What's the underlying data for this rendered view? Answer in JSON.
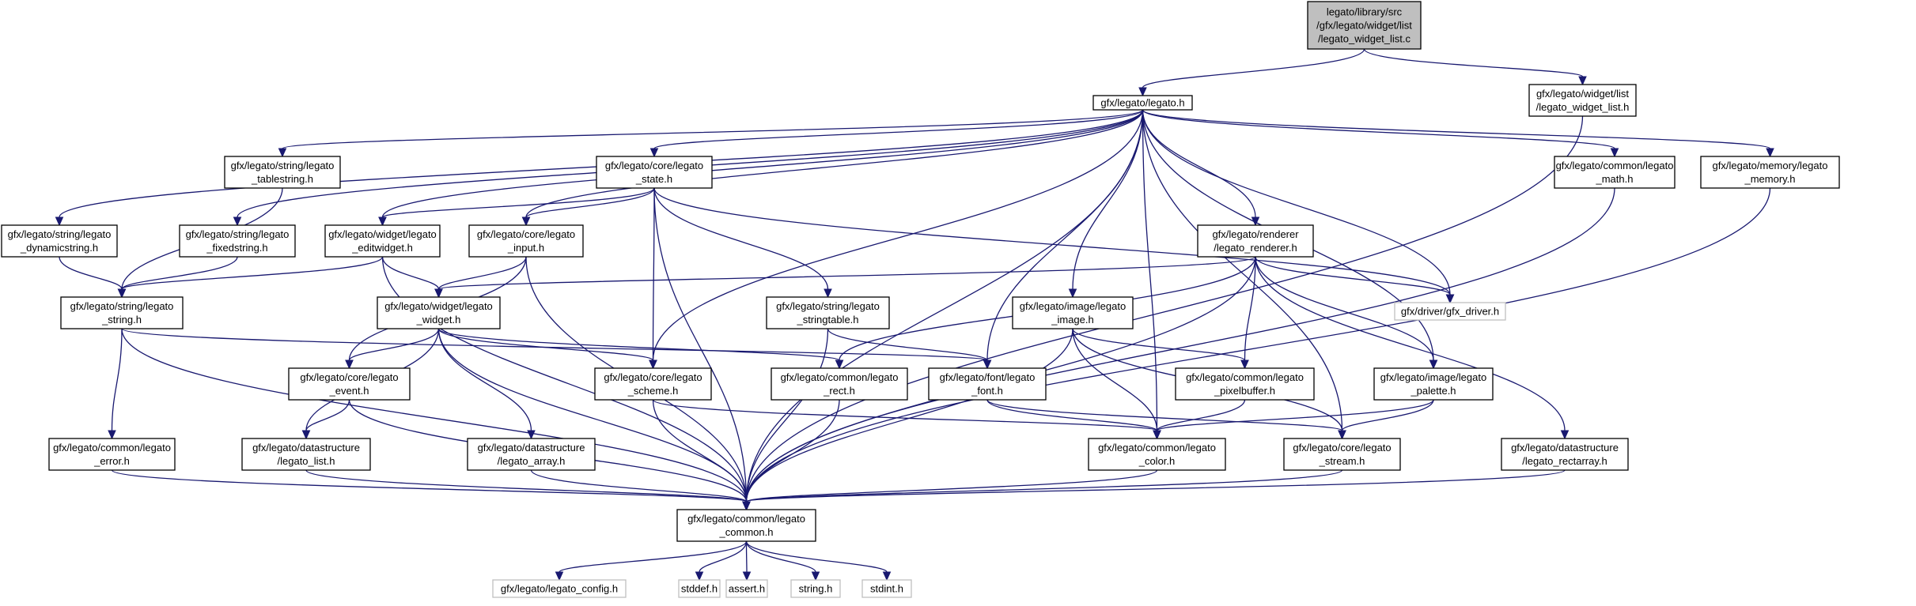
{
  "colors": {
    "edge": "#191970",
    "root_fill": "#bfbfbf",
    "node_fill": "#ffffff",
    "external_border": "#bfbfbf"
  },
  "nodes": [
    {
      "id": "root",
      "label": [
        "legato/library/src",
        "/gfx/legato/widget/list",
        "/legato_widget_list.c"
      ],
      "style": "root"
    },
    {
      "id": "legato_h",
      "label": [
        "gfx/legato/legato.h"
      ]
    },
    {
      "id": "widget_list_h",
      "label": [
        "gfx/legato/widget/list",
        "/legato_widget_list.h"
      ]
    },
    {
      "id": "tablestring",
      "label": [
        "gfx/legato/string/legato",
        "_tablestring.h"
      ]
    },
    {
      "id": "state",
      "label": [
        "gfx/legato/core/legato",
        "_state.h"
      ]
    },
    {
      "id": "math",
      "label": [
        "gfx/legato/common/legato",
        "_math.h"
      ]
    },
    {
      "id": "memory",
      "label": [
        "gfx/legato/memory/legato",
        "_memory.h"
      ]
    },
    {
      "id": "dynamicstring",
      "label": [
        "gfx/legato/string/legato",
        "_dynamicstring.h"
      ]
    },
    {
      "id": "fixedstring",
      "label": [
        "gfx/legato/string/legato",
        "_fixedstring.h"
      ]
    },
    {
      "id": "editwidget",
      "label": [
        "gfx/legato/widget/legato",
        "_editwidget.h"
      ]
    },
    {
      "id": "input",
      "label": [
        "gfx/legato/core/legato",
        "_input.h"
      ]
    },
    {
      "id": "renderer",
      "label": [
        "gfx/legato/renderer",
        "/legato_renderer.h"
      ]
    },
    {
      "id": "string",
      "label": [
        "gfx/legato/string/legato",
        "_string.h"
      ]
    },
    {
      "id": "widget",
      "label": [
        "gfx/legato/widget/legato",
        "_widget.h"
      ]
    },
    {
      "id": "stringtable",
      "label": [
        "gfx/legato/string/legato",
        "_stringtable.h"
      ]
    },
    {
      "id": "image",
      "label": [
        "gfx/legato/image/legato",
        "_image.h"
      ]
    },
    {
      "id": "gfx_driver",
      "label": [
        "gfx/driver/gfx_driver.h"
      ],
      "style": "ext"
    },
    {
      "id": "event",
      "label": [
        "gfx/legato/core/legato",
        "_event.h"
      ]
    },
    {
      "id": "scheme",
      "label": [
        "gfx/legato/core/legato",
        "_scheme.h"
      ]
    },
    {
      "id": "rect",
      "label": [
        "gfx/legato/common/legato",
        "_rect.h"
      ]
    },
    {
      "id": "font",
      "label": [
        "gfx/legato/font/legato",
        "_font.h"
      ]
    },
    {
      "id": "pixelbuffer",
      "label": [
        "gfx/legato/common/legato",
        "_pixelbuffer.h"
      ]
    },
    {
      "id": "palette",
      "label": [
        "gfx/legato/image/legato",
        "_palette.h"
      ]
    },
    {
      "id": "error",
      "label": [
        "gfx/legato/common/legato",
        "_error.h"
      ]
    },
    {
      "id": "list",
      "label": [
        "gfx/legato/datastructure",
        "/legato_list.h"
      ]
    },
    {
      "id": "array",
      "label": [
        "gfx/legato/datastructure",
        "/legato_array.h"
      ]
    },
    {
      "id": "color",
      "label": [
        "gfx/legato/common/legato",
        "_color.h"
      ]
    },
    {
      "id": "stream",
      "label": [
        "gfx/legato/core/legato",
        "_stream.h"
      ]
    },
    {
      "id": "rectarray",
      "label": [
        "gfx/legato/datastructure",
        "/legato_rectarray.h"
      ]
    },
    {
      "id": "common",
      "label": [
        "gfx/legato/common/legato",
        "_common.h"
      ]
    },
    {
      "id": "config",
      "label": [
        "gfx/legato/legato_config.h"
      ],
      "style": "ext"
    },
    {
      "id": "stddef",
      "label": [
        "stddef.h"
      ],
      "style": "ext"
    },
    {
      "id": "assert",
      "label": [
        "assert.h"
      ],
      "style": "ext"
    },
    {
      "id": "string_h",
      "label": [
        "string.h"
      ],
      "style": "ext"
    },
    {
      "id": "stdint",
      "label": [
        "stdint.h"
      ],
      "style": "ext"
    }
  ],
  "edges": [
    [
      "root",
      "legato_h"
    ],
    [
      "root",
      "widget_list_h"
    ],
    [
      "widget_list_h",
      "common"
    ],
    [
      "legato_h",
      "tablestring"
    ],
    [
      "legato_h",
      "state"
    ],
    [
      "legato_h",
      "math"
    ],
    [
      "legato_h",
      "memory"
    ],
    [
      "legato_h",
      "dynamicstring"
    ],
    [
      "legato_h",
      "fixedstring"
    ],
    [
      "legato_h",
      "editwidget"
    ],
    [
      "legato_h",
      "input"
    ],
    [
      "legato_h",
      "renderer"
    ],
    [
      "legato_h",
      "gfx_driver"
    ],
    [
      "legato_h",
      "scheme"
    ],
    [
      "legato_h",
      "font"
    ],
    [
      "legato_h",
      "image"
    ],
    [
      "legato_h",
      "color"
    ],
    [
      "legato_h",
      "palette"
    ],
    [
      "legato_h",
      "stream"
    ],
    [
      "legato_h",
      "common"
    ],
    [
      "tablestring",
      "string"
    ],
    [
      "dynamicstring",
      "string"
    ],
    [
      "fixedstring",
      "string"
    ],
    [
      "state",
      "editwidget"
    ],
    [
      "state",
      "input"
    ],
    [
      "state",
      "stringtable"
    ],
    [
      "state",
      "scheme"
    ],
    [
      "state",
      "gfx_driver"
    ],
    [
      "state",
      "common"
    ],
    [
      "editwidget",
      "string"
    ],
    [
      "editwidget",
      "widget"
    ],
    [
      "editwidget",
      "common"
    ],
    [
      "input",
      "widget"
    ],
    [
      "input",
      "event"
    ],
    [
      "input",
      "common"
    ],
    [
      "math",
      "common"
    ],
    [
      "memory",
      "common"
    ],
    [
      "renderer",
      "widget"
    ],
    [
      "renderer",
      "rect"
    ],
    [
      "renderer",
      "pixelbuffer"
    ],
    [
      "renderer",
      "palette"
    ],
    [
      "renderer",
      "gfx_driver"
    ],
    [
      "renderer",
      "rectarray"
    ],
    [
      "renderer",
      "common"
    ],
    [
      "string",
      "font"
    ],
    [
      "string",
      "error"
    ],
    [
      "string",
      "common"
    ],
    [
      "widget",
      "event"
    ],
    [
      "widget",
      "scheme"
    ],
    [
      "widget",
      "rect"
    ],
    [
      "widget",
      "list"
    ],
    [
      "widget",
      "array"
    ],
    [
      "widget",
      "common"
    ],
    [
      "stringtable",
      "font"
    ],
    [
      "stringtable",
      "common"
    ],
    [
      "image",
      "pixelbuffer"
    ],
    [
      "image",
      "color"
    ],
    [
      "image",
      "stream"
    ],
    [
      "image",
      "common"
    ],
    [
      "event",
      "list"
    ],
    [
      "event",
      "common"
    ],
    [
      "scheme",
      "color"
    ],
    [
      "scheme",
      "common"
    ],
    [
      "rect",
      "common"
    ],
    [
      "font",
      "color"
    ],
    [
      "font",
      "stream"
    ],
    [
      "pixelbuffer",
      "color"
    ],
    [
      "palette",
      "color"
    ],
    [
      "palette",
      "stream"
    ],
    [
      "error",
      "common"
    ],
    [
      "list",
      "common"
    ],
    [
      "array",
      "common"
    ],
    [
      "color",
      "common"
    ],
    [
      "stream",
      "common"
    ],
    [
      "rectarray",
      "common"
    ],
    [
      "common",
      "config"
    ],
    [
      "common",
      "stddef"
    ],
    [
      "common",
      "assert"
    ],
    [
      "common",
      "string_h"
    ],
    [
      "common",
      "stdint"
    ]
  ]
}
